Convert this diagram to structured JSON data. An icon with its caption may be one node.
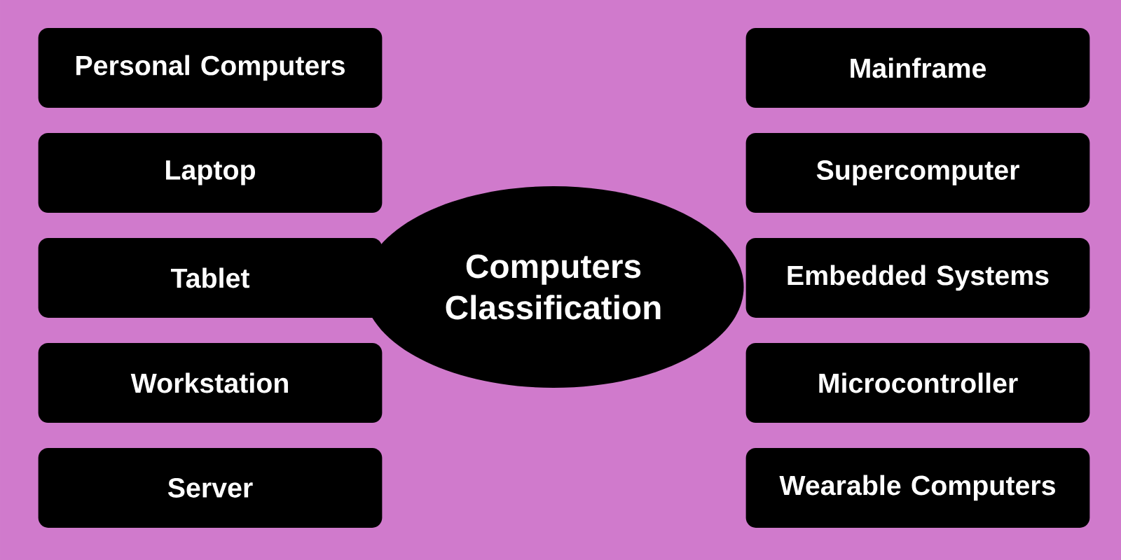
{
  "diagram": {
    "nodes": [
      {
        "text": [
          "Personal Computers"
        ]
      },
      {
        "text": [
          "Laptop"
        ]
      },
      {
        "text": [
          "Tablet"
        ]
      },
      {
        "text": [
          "Workstation"
        ]
      },
      {
        "text": [
          "Server"
        ]
      },
      {
        "text": [
          "Computers Classification"
        ]
      },
      {
        "text": [
          "Mainframe"
        ]
      },
      {
        "text": [
          "Supercomputer"
        ]
      },
      {
        "text": [
          "Embedded Systems"
        ]
      },
      {
        "text": [
          "Microcontroller"
        ]
      },
      {
        "text": [
          "Wearable Computers"
        ]
      }
    ]
  }
}
